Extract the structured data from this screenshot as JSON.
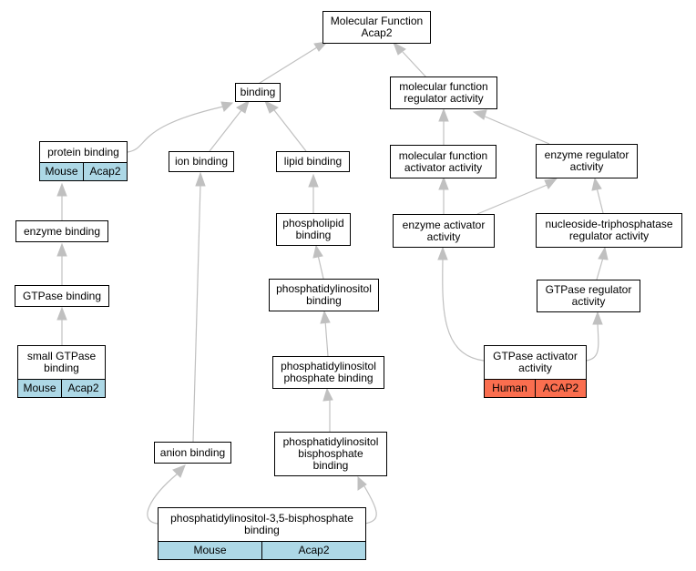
{
  "colors": {
    "edge": "#c0c0c0",
    "mouse": "#add8e6",
    "human": "#fa6e4f",
    "border": "#000000"
  },
  "nodes": {
    "mf_root": {
      "label": "Molecular Function\nAcap2"
    },
    "binding": {
      "label": "binding"
    },
    "mf_regulator": {
      "label": "molecular function\nregulator activity"
    },
    "protein_binding": {
      "label": "protein binding",
      "tags": [
        "Mouse",
        "Acap2"
      ]
    },
    "ion_binding": {
      "label": "ion binding"
    },
    "lipid_binding": {
      "label": "lipid binding"
    },
    "mf_activator": {
      "label": "molecular function\nactivator activity"
    },
    "enzyme_regulator": {
      "label": "enzyme regulator\nactivity"
    },
    "enzyme_binding": {
      "label": "enzyme binding"
    },
    "phospholipid_binding": {
      "label": "phospholipid\nbinding"
    },
    "enzyme_activator": {
      "label": "enzyme activator\nactivity"
    },
    "ntpase_regulator": {
      "label": "nucleoside-triphosphatase\nregulator activity"
    },
    "gtpase_binding": {
      "label": "GTPase binding"
    },
    "pi_binding": {
      "label": "phosphatidylinositol\nbinding"
    },
    "gtpase_regulator": {
      "label": "GTPase regulator\nactivity"
    },
    "small_gtpase_binding": {
      "label": "small GTPase\nbinding",
      "tags": [
        "Mouse",
        "Acap2"
      ]
    },
    "gtpase_activator": {
      "label": "GTPase activator\nactivity",
      "tags": [
        "Human",
        "ACAP2"
      ]
    },
    "pip_binding": {
      "label": "phosphatidylinositol\nphosphate binding"
    },
    "anion_binding": {
      "label": "anion binding"
    },
    "pip2_binding": {
      "label": "phosphatidylinositol\nbisphosphate\nbinding"
    },
    "pi35p2_binding": {
      "label": "phosphatidylinositol-3,5-bisphosphate\nbinding",
      "tags": [
        "Mouse",
        "Acap2"
      ]
    }
  }
}
